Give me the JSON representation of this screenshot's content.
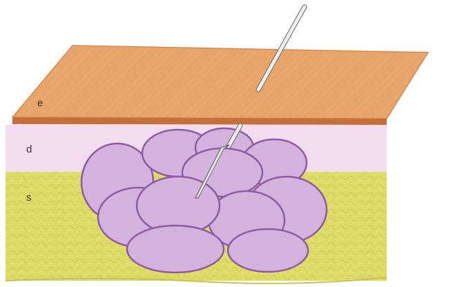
{
  "labels": {
    "epidermis": "e",
    "dermis": "d",
    "subcutis": "s"
  },
  "colors": {
    "epidermis": "#e9a66a",
    "dermis": "#f3dcee",
    "subcutis": "#dedb67",
    "lobule_fill": "#d4b2de",
    "lobule_stroke": "#8d5aa4",
    "needle": "#eeeeee",
    "needle_stroke": "#666666"
  },
  "icons": {
    "needle": "needle-icon",
    "scalpel": "scalpel-icon"
  }
}
